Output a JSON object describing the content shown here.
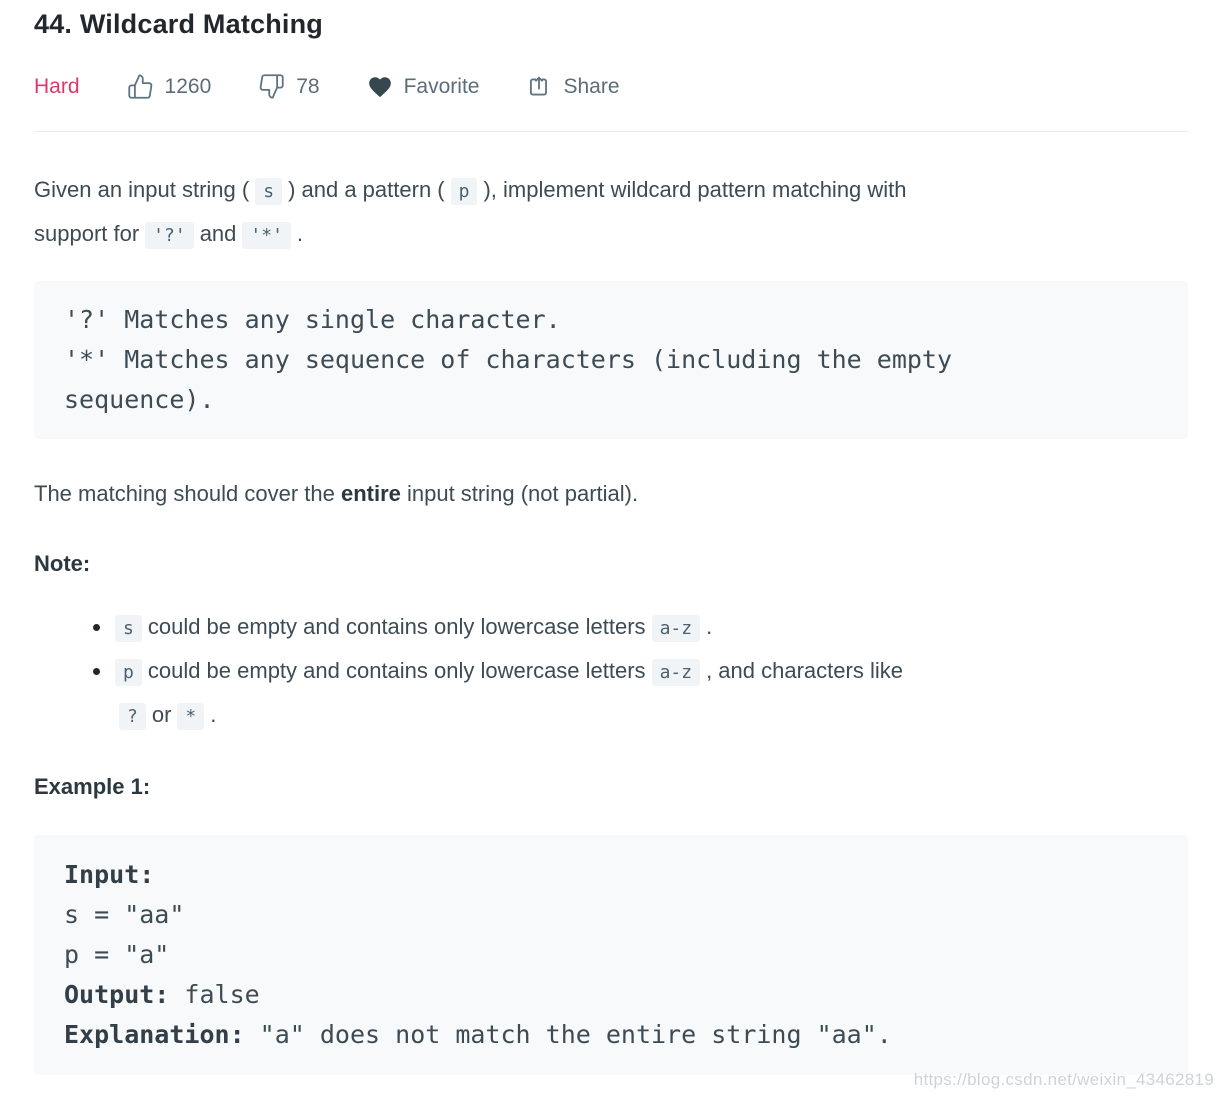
{
  "header": {
    "title": "44. Wildcard Matching",
    "difficulty": "Hard",
    "likes": "1260",
    "dislikes": "78",
    "favorite_label": "Favorite",
    "share_label": "Share"
  },
  "colors": {
    "difficulty_hard": "#e1356b",
    "icon_stroke": "#5e7482",
    "heart_fill": "#37474f",
    "code_background": "#f7f9fa"
  },
  "intro": {
    "t1": "Given an input string (",
    "c1": "s",
    "t2": ") and a pattern (",
    "c2": "p",
    "t3": "), implement wildcard pattern matching with",
    "t4": "support for",
    "c3": "'?'",
    "t5": "and",
    "c4": "'*'",
    "t6": "."
  },
  "rules_block": {
    "line1": "'?' Matches any single character.",
    "line2": "'*' Matches any sequence of characters (including the empty",
    "line3": "sequence)."
  },
  "matching_note": {
    "t1": "The matching should cover the ",
    "b1": "entire",
    "t2": " input string (not partial)."
  },
  "note_label": "Note:",
  "bullets": {
    "b1": {
      "c1": "s",
      "t1": "could be empty and contains only lowercase letters",
      "c2": "a-z",
      "t2": "."
    },
    "b2": {
      "c1": "p",
      "t1": "could be empty and contains only lowercase letters",
      "c2": "a-z",
      "t2": ", and characters like",
      "c3": "?",
      "t3": "or",
      "c4": "*",
      "t4": "."
    }
  },
  "example1": {
    "heading": "Example 1:",
    "lines": [
      {
        "bold": "Input:",
        "text": ""
      },
      {
        "bold": "",
        "text": "s = \"aa\""
      },
      {
        "bold": "",
        "text": "p = \"a\""
      },
      {
        "bold": "Output:",
        "text": " false"
      },
      {
        "bold": "Explanation:",
        "text": " \"a\" does not match the entire string \"aa\"."
      }
    ]
  },
  "watermark": "https://blog.csdn.net/weixin_43462819"
}
